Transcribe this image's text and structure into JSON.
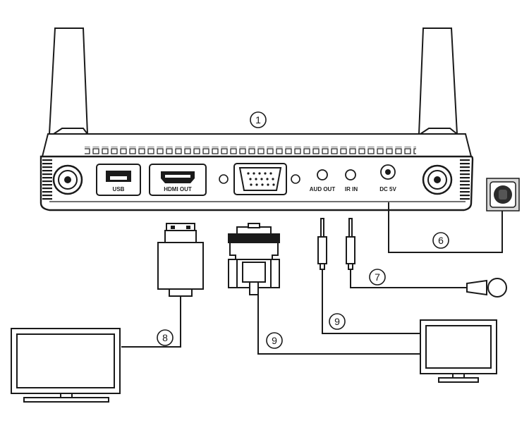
{
  "device": {
    "ports": {
      "usb": "USB",
      "hdmi_out": "HDMI OUT",
      "aud_out": "AUD OUT",
      "ir_in": "IR IN",
      "dc": "DC 5V"
    }
  },
  "callouts": {
    "c1": "1",
    "c6": "6",
    "c7": "7",
    "c8": "8",
    "c9a": "9",
    "c9b": "9"
  },
  "icons": [
    "antenna-icon",
    "power-outlet-icon",
    "tv-icon",
    "monitor-icon",
    "hdmi-plug-icon",
    "vga-plug-icon",
    "audio-jack-icon",
    "ir-receiver-icon"
  ],
  "colors": {
    "line": "#1a1a1a",
    "fill_dark": "#2b2b2b",
    "outlet_bg": "#d9d9d9"
  }
}
